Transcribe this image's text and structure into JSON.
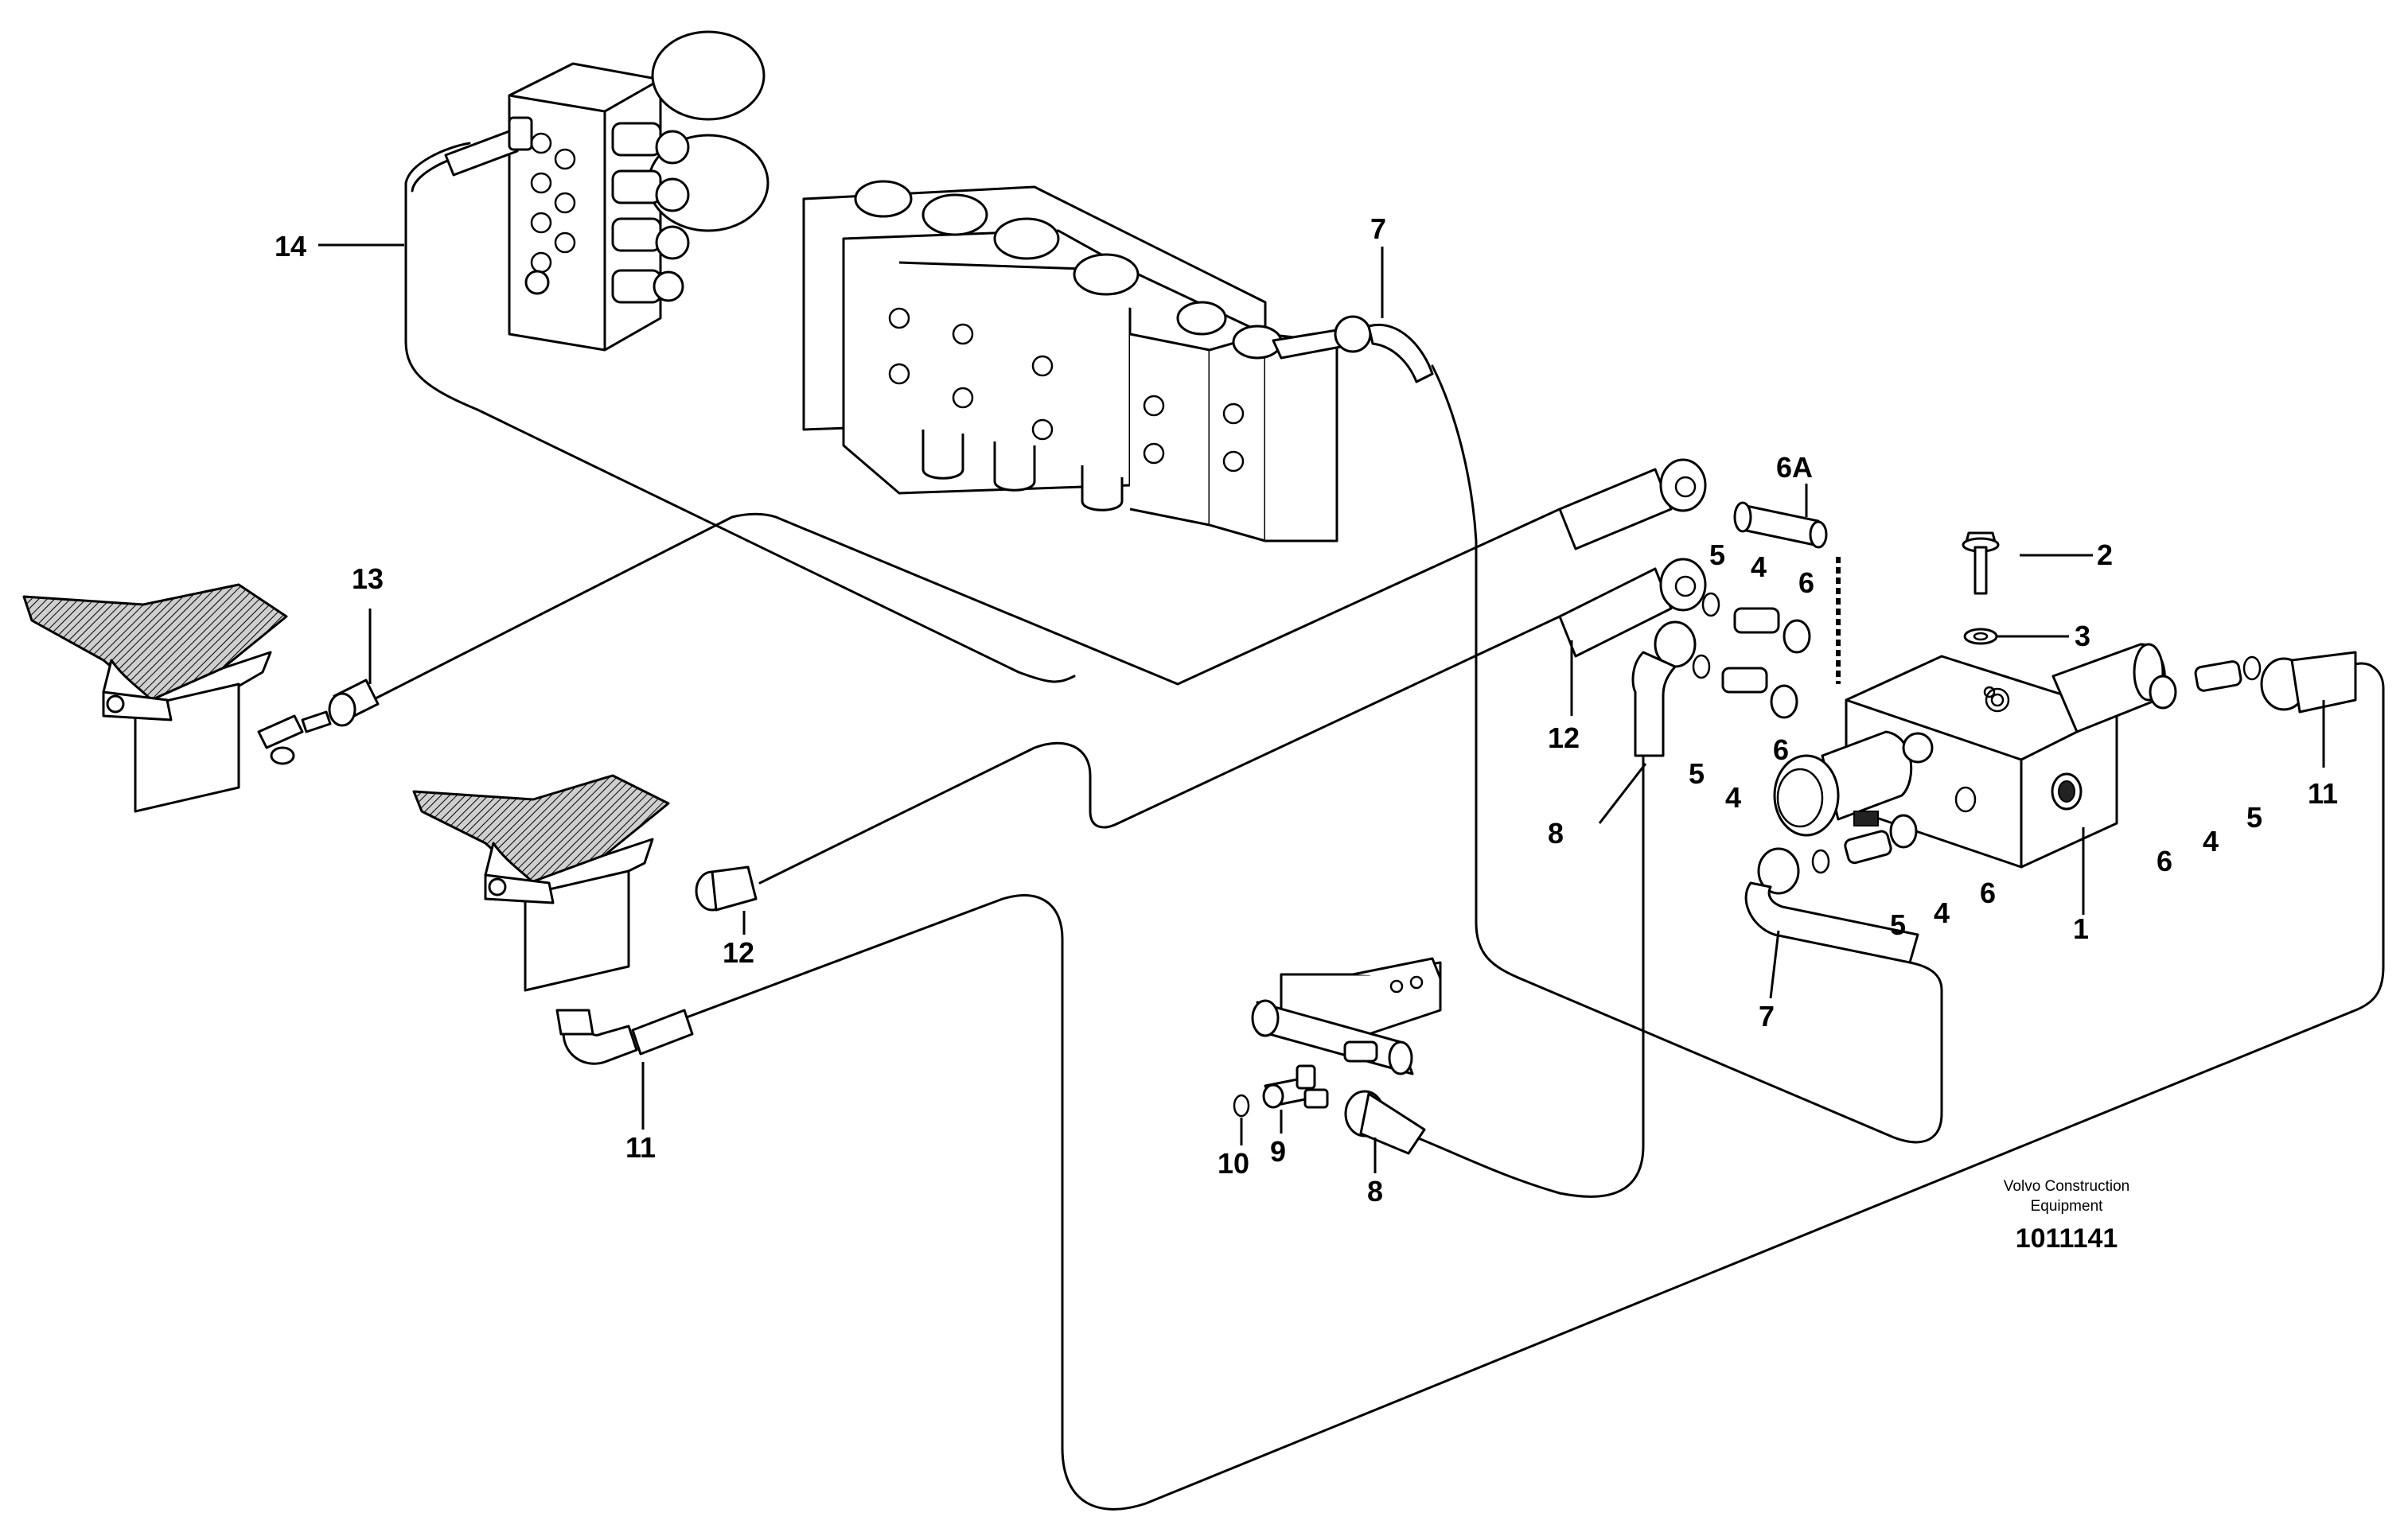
{
  "figure": {
    "part_labels": {
      "l1": "1",
      "l2": "2",
      "l3": "3",
      "l4a": "4",
      "l4b": "4",
      "l4c": "4",
      "l4d": "4",
      "l5a": "5",
      "l5b": "5",
      "l5c": "5",
      "l5d": "5",
      "l6a": "6",
      "l6b": "6",
      "l6c": "6",
      "l6d": "6",
      "l6A": "6A",
      "l7a": "7",
      "l7b": "7",
      "l8a": "8",
      "l8b": "8",
      "l9": "9",
      "l10": "10",
      "l11a": "11",
      "l11b": "11",
      "l12a": "12",
      "l12b": "12",
      "l13": "13",
      "l14": "14"
    },
    "credit": {
      "line1": "Volvo Construction",
      "line2": "Equipment",
      "drawing_number": "1011141"
    }
  }
}
